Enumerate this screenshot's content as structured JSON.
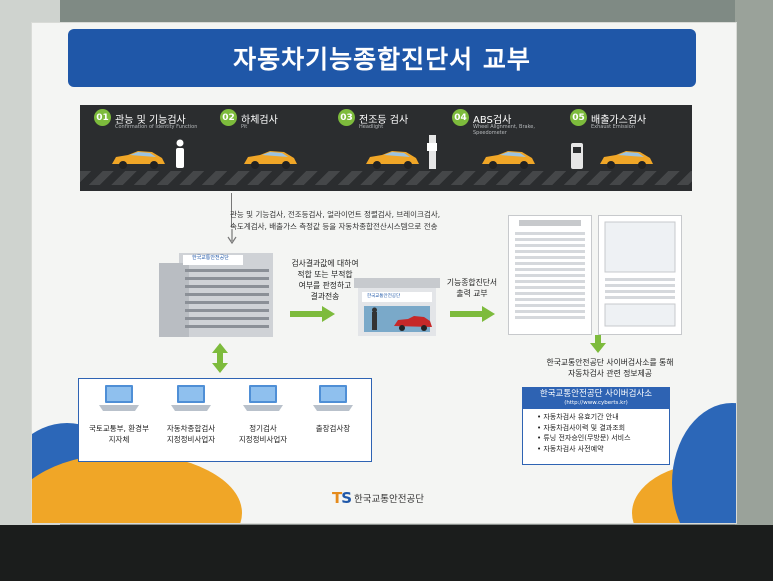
{
  "poster": {
    "title": "자동차기능종합진단서 교부",
    "steps": [
      {
        "num": "01",
        "label": "관능 및 기능검사",
        "sub": "Confirmation of Identity Function"
      },
      {
        "num": "02",
        "label": "하체검사",
        "sub": "Pit"
      },
      {
        "num": "03",
        "label": "전조등 검사",
        "sub": "Headlight"
      },
      {
        "num": "04",
        "label": "ABS검사",
        "sub": "Wheel Alignment, Brake, Speedometer"
      },
      {
        "num": "05",
        "label": "배출가스검사",
        "sub": "Exhaust Emission"
      }
    ],
    "flow_note_line1": "관능 및 기능검사, 전조등검사, 얼라이먼트 정렬검사, 브레이크검사,",
    "flow_note_line2": "속도계검사, 배출가스 측정값 등을 자동차종합전산시스템으로 전송",
    "building_sign": "한국교통안전공단",
    "center_text_line1": "검사결과값에 대하여",
    "center_text_line2": "적합 또는 부적합",
    "center_text_line3": "여부를 판정하고",
    "center_text_line4": "결과전송",
    "office_sign": "한국교통안전공단",
    "issue_text_line1": "기능종합진단서",
    "issue_text_line2": "출력 교부",
    "cyber_note_line1": "한국교통안전공단 사이버검사소를 통해",
    "cyber_note_line2": "자동차검사 관련 정보제공",
    "cyber_box_title": "한국교통안전공단 사이버검사소",
    "cyber_box_url": "(http://www.cyberts.kr)",
    "cyber_items": [
      "자동차검사 유효기간 안내",
      "자동차검사이력 및 결과조회",
      "튜닝 전자승인(무방문) 서비스",
      "자동차검사 사전예약"
    ],
    "users": [
      {
        "line1": "국토교통부, 환경부",
        "line2": "지자체"
      },
      {
        "line1": "자동차종합검사",
        "line2": "지정정비사업자"
      },
      {
        "line1": "정기검사",
        "line2": "지정정비사업자"
      },
      {
        "line1": "출장검사장",
        "line2": ""
      }
    ],
    "bottom_logo_text": "한국교통안전공단",
    "bottom_logo_t": "T",
    "bottom_logo_s": "S"
  },
  "colors": {
    "title_blue": "#1f57a8",
    "step_green": "#7dbb3c",
    "car_orange": "#f0a627",
    "arrow_green": "#7dbb3c"
  }
}
